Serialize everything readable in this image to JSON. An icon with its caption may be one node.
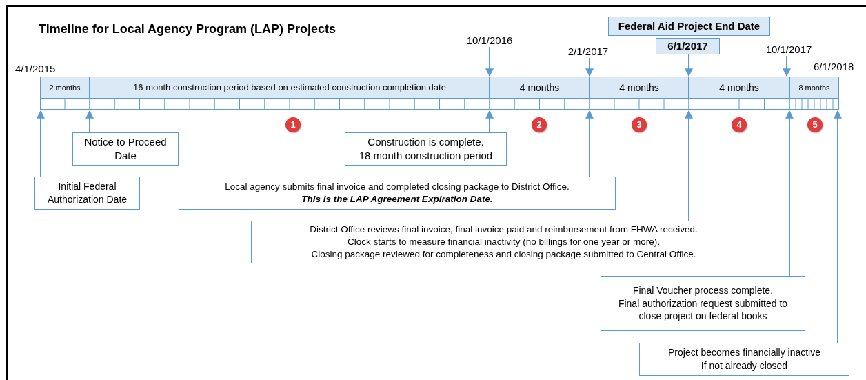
{
  "diagram": {
    "title": "Timeline for Local Agency Program (LAP) Projects",
    "nodes": [
      {
        "text": [
          "Federal Aid Project End Date"
        ]
      },
      {
        "text": [
          "6/1/2017"
        ]
      },
      {
        "text": [
          "10/1/2016"
        ]
      },
      {
        "text": [
          "2/1/2017"
        ]
      },
      {
        "text": [
          "10/1/2017"
        ]
      },
      {
        "text": [
          "2 months"
        ]
      },
      {
        "text": [
          "16 month construction period based on estimated construction completion date"
        ]
      },
      {
        "text": [
          "4 months"
        ]
      },
      {
        "text": [
          "4 months"
        ]
      },
      {
        "text": [
          "4 months"
        ]
      },
      {
        "text": [
          "8 months"
        ]
      },
      {
        "text": [
          "1"
        ]
      },
      {
        "text": [
          "2"
        ]
      },
      {
        "text": [
          "3"
        ]
      },
      {
        "text": [
          "4"
        ]
      },
      {
        "text": [
          "5"
        ]
      },
      {
        "text": [
          "Notice to Proceed Date"
        ]
      },
      {
        "text": [
          "Construction is complete.",
          "18 month construction period"
        ]
      },
      {
        "text": [
          "Initial Federal Authorization Date"
        ]
      },
      {
        "text": [
          "Local agency submits final invoice and completed closing package to District Office.",
          "This is the LAP Agreement Expiration Date."
        ]
      },
      {
        "text": [
          "District Office reviews final invoice, final invoice paid and reimbursement from FHWA received.",
          "Clock starts to measure financial inactivity (no billings for one year or more).",
          "Closing package reviewed for completeness and closing package submitted to Central Office."
        ]
      },
      {
        "text": [
          "Final Voucher process complete.",
          "Final authorization request submitted to close project on federal books"
        ]
      },
      {
        "text": [
          "Project becomes financially inactive",
          "If not already closed"
        ]
      }
    ],
    "edges": [
      {
        "from": 2,
        "to": 7,
        "arrow": "to"
      },
      {
        "from": 3,
        "to": 8,
        "arrow": "to"
      },
      {
        "from": 1,
        "to": 9,
        "arrow": "to"
      },
      {
        "from": 4,
        "to": 10,
        "arrow": "to"
      },
      {
        "from": 18,
        "to": 5,
        "arrow": "to"
      },
      {
        "from": 16,
        "to": 6,
        "arrow": "to"
      },
      {
        "from": 17,
        "to": 7,
        "arrow": "to"
      },
      {
        "from": 19,
        "to": 8,
        "arrow": "to"
      },
      {
        "from": 20,
        "to": 9,
        "arrow": "to"
      },
      {
        "from": 21,
        "to": 10,
        "arrow": "to"
      },
      {
        "from": 22,
        "to": 10,
        "arrow": "to"
      }
    ],
    "labels": [
      "4/1/2015",
      "6/1/2018"
    ]
  }
}
